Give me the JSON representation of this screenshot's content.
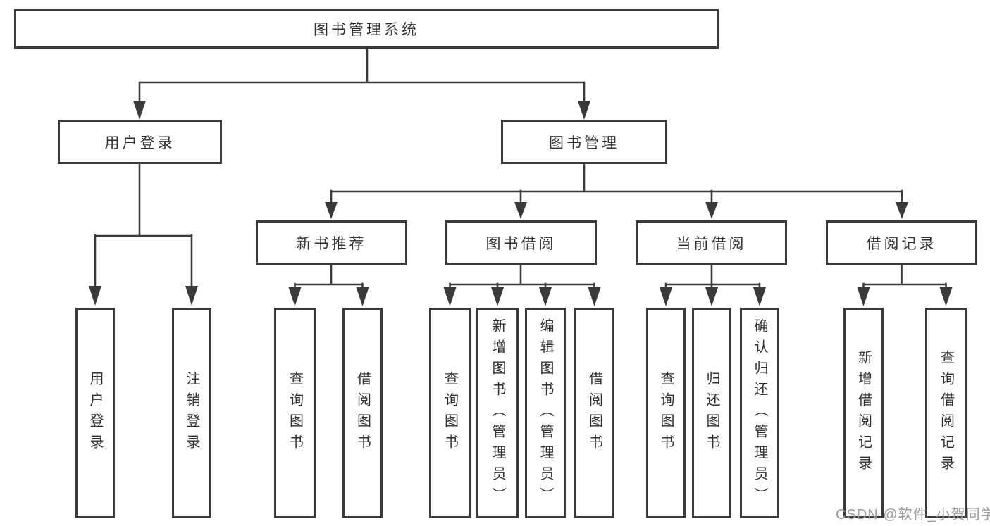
{
  "diagram": {
    "root": "图书管理系统",
    "level2": {
      "user_login": "用户登录",
      "book_management": "图书管理"
    },
    "level3": {
      "new_book_recommend": "新书推荐",
      "book_borrow": "图书借阅",
      "current_borrow": "当前借阅",
      "borrow_records": "借阅记录"
    },
    "leaves": {
      "user_login": "用户登录",
      "logout": "注销登录",
      "query_book_1": "查询图书",
      "borrow_book_1": "借阅图书",
      "query_book_2": "查询图书",
      "add_book_admin": "新增图书（管理员）",
      "edit_book_admin": "编辑图书（管理员）",
      "borrow_book_2": "借阅图书",
      "query_book_3": "查询图书",
      "return_book": "归还图书",
      "confirm_return_admin": "确认归还（管理员）",
      "add_borrow_record": "新增借阅记录",
      "query_borrow_record": "查询借阅记录"
    }
  },
  "watermark": "CSDN @软件_小贺同学",
  "colors": {
    "line": "#3a3a3a",
    "text": "#303030",
    "watermark": "#9b9b9b",
    "background": "#ffffff"
  }
}
